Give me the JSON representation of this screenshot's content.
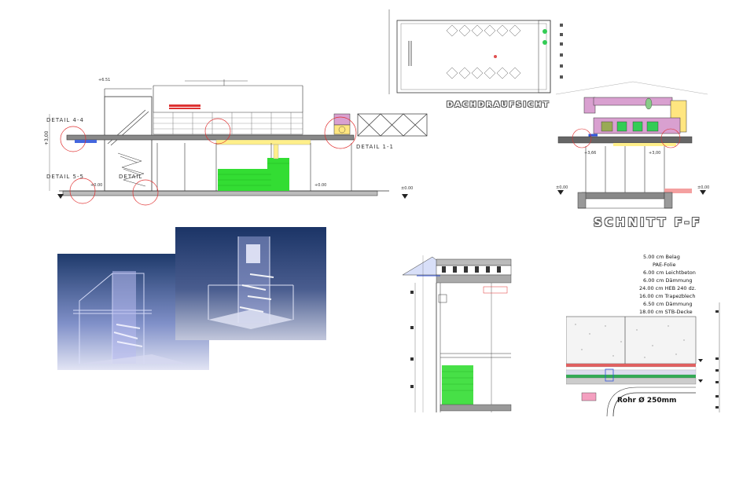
{
  "section_main": {
    "detail_4": "DETAIL 4-4",
    "detail_5": "DETAIL 5-5",
    "detail_mid": "DETAIL",
    "detail_1": "DETAIL 1-1",
    "level_top": "+6.51",
    "level_floor_left": "+0.00",
    "level_floor_right": "+0.00",
    "level_ground": "±0.00"
  },
  "plan": {
    "title": "DACHDRAUFSICHT"
  },
  "section_ff": {
    "title": "SCHNITT F-F",
    "dim_left": "+3,66",
    "dim_mid": "+3,00",
    "level_left": "±0,00",
    "level_right": "±0,00"
  },
  "detail_layers": {
    "items": [
      "5.00  cm  Belag",
      "PAE-Folie",
      "6.00  cm  Leichtbeton",
      "6.00  cm  Dämmung",
      "24.00  cm  HEB  240  dz.",
      "16.00  cm  Trapezblech",
      "6.50  cm  Dämmung",
      "18.00  cm  STB-Decke"
    ],
    "pipe_label": "Rohr Ø 250mm"
  }
}
